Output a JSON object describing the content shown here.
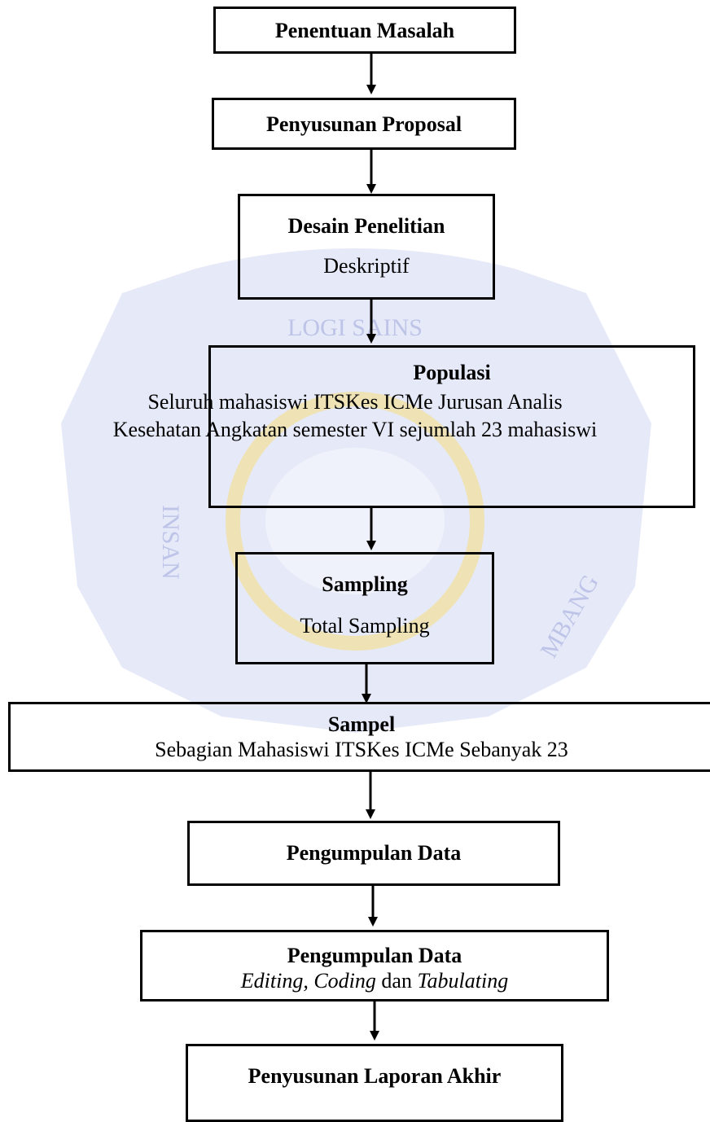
{
  "steps": {
    "penentuan": {
      "title": "Penentuan Masalah"
    },
    "proposal": {
      "title": "Penyusunan Proposal"
    },
    "desain": {
      "title": "Desain Penelitian",
      "detail": "Deskriptif"
    },
    "populasi": {
      "title": "Populasi",
      "detail_line1": "Seluruh mahasiswi ITSKes ICMe Jurusan Analis",
      "detail_line2": "Kesehatan Angkatan semester VI sejumlah 23 mahasiswi"
    },
    "sampling": {
      "title": "Sampling",
      "detail": "Total Sampling"
    },
    "sampel": {
      "title": "Sampel",
      "detail": "Sebagian Mahasiswi ITSKes ICMe Sebanyak 23"
    },
    "pengumpulan1": {
      "title": "Pengumpulan Data"
    },
    "pengumpulan2": {
      "title": "Pengumpulan Data",
      "detail_part1": "Editing, Coding",
      "detail_part2": " dan ",
      "detail_part3": "Tabulating"
    },
    "laporan": {
      "title": "Penyusunan Laporan Akhir"
    }
  },
  "watermark": {
    "text_top": "LOGI SAINS",
    "text_left": "INSAN",
    "text_right": "MBANG",
    "color": "#b8c0e8",
    "accent": "#f5df8a"
  }
}
